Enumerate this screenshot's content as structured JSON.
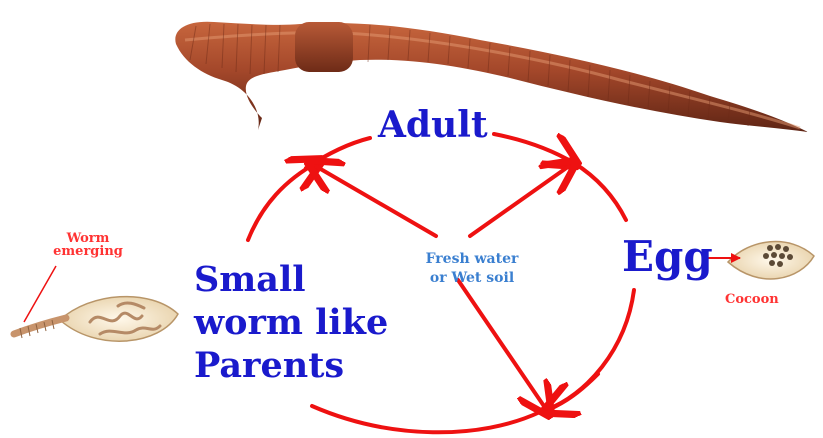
{
  "diagram": {
    "stages": {
      "adult": "Adult",
      "egg": "Egg",
      "young": [
        "Small",
        "worm like",
        "Parents"
      ]
    },
    "environment": [
      "Fresh water",
      "or Wet soil"
    ],
    "callouts": {
      "worm_emerging": [
        "Worm",
        "emerging"
      ],
      "cocoon": "Cocoon"
    },
    "colors": {
      "cycle_arrows": "#ee1111",
      "stage_text": "#1a1acc",
      "environment_text": "#3a7fd0",
      "callout_text": "#ff3333",
      "worm_body": "#a3472a"
    },
    "illustrations": [
      "adult-earthworm",
      "cocoon-with-eggs",
      "cocoon-with-emerging-worm"
    ]
  }
}
